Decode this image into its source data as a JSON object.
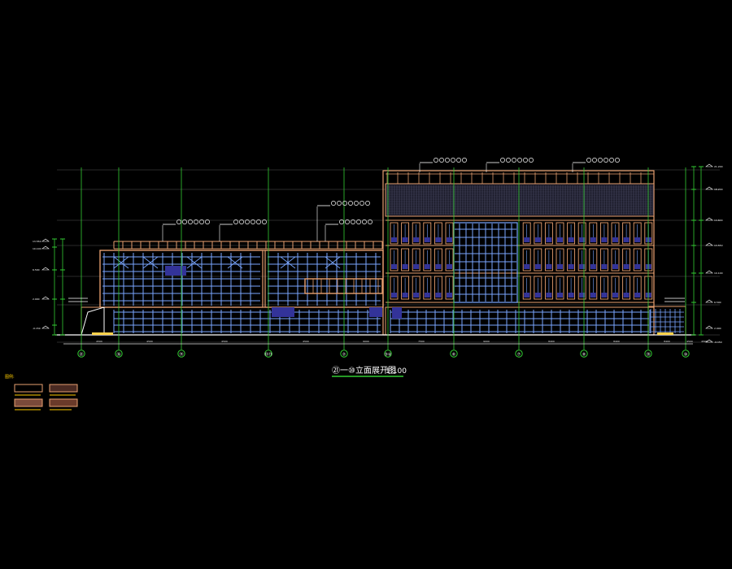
{
  "drawing": {
    "title_text": "㉑一⑩立面展开图",
    "scale_text": "1:100",
    "legend_label": "图例:",
    "grid_axes": [
      "㉑",
      "⑯",
      "⑭",
      "⑬⑪",
      "②",
      "③④",
      "⑥",
      "⑦",
      "⑧",
      "⑲",
      "⑩"
    ],
    "dimension_values": [
      "4500",
      "4500",
      "4500",
      "4500",
      "9000",
      "7500",
      "9000",
      "8400",
      "8400",
      "8400",
      "4500",
      "4500"
    ],
    "level_marks": [
      "21.200",
      "18.200",
      "14.600",
      "13.550",
      "10.100",
      "6.500",
      "2.900",
      "-0.150"
    ]
  },
  "colors": {
    "background": "#000000",
    "frame": "#e8a070",
    "glass": "#7aa6ff",
    "panel": "#333399",
    "axis": "#33cc33",
    "dimension": "#e0e0e0",
    "note": "#ffffff",
    "ground": "#ffd24a",
    "legend_text": "#ffcc00"
  }
}
